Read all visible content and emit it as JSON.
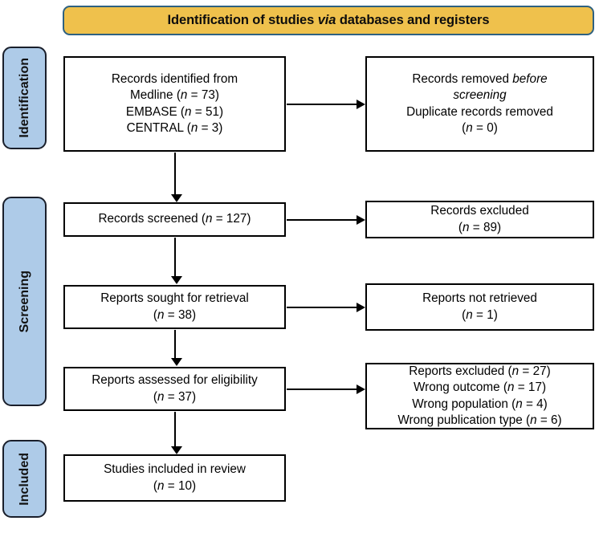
{
  "banner": {
    "text_before": "Identification of studies ",
    "text_italic": "via",
    "text_after": " databases and registers",
    "fill_color": "#EFC14C",
    "border_color": "#2E6181"
  },
  "stages": [
    {
      "id": "identification",
      "label": "Identification"
    },
    {
      "id": "screening",
      "label": "Screening"
    },
    {
      "id": "included",
      "label": "Included"
    }
  ],
  "stage_style": {
    "fill_color": "#AECBE8",
    "border_color": "#1a1f2b"
  },
  "nodes": {
    "identified": {
      "lines": [
        "Records identified from",
        "Medline (n = 73)",
        "EMBASE (n = 51)",
        "CENTRAL (n = 3)"
      ],
      "line1": "Records identified from",
      "line2_prefix": "Medline (",
      "line2_italic": "n",
      "line2_suffix": " = 73)",
      "line3_prefix": "EMBASE (",
      "line3_italic": "n",
      "line3_suffix": " = 51)",
      "line4_prefix": "CENTRAL (",
      "line4_italic": "n",
      "line4_suffix": " = 3)"
    },
    "removed": {
      "line1_prefix": "Records removed ",
      "line1_italic": "before",
      "line2_italic": "screening",
      "line3": "Duplicate records removed",
      "line4_prefix": "(",
      "line4_italic": "n",
      "line4_suffix": " = 0)"
    },
    "screened": {
      "line1_prefix": "Records screened (",
      "line1_italic": "n",
      "line1_suffix": " = 127)"
    },
    "excluded": {
      "line1": "Records excluded",
      "line2_prefix": "(",
      "line2_italic": "n",
      "line2_suffix": " = 89)"
    },
    "sought": {
      "line1": "Reports sought for retrieval",
      "line2_prefix": "(",
      "line2_italic": "n",
      "line2_suffix": " = 38)"
    },
    "not_retrieved": {
      "line1": "Reports not retrieved",
      "line2_prefix": "(",
      "line2_italic": "n",
      "line2_suffix": " = 1)"
    },
    "assessed": {
      "line1": "Reports assessed for eligibility",
      "line2_prefix": "(",
      "line2_italic": "n",
      "line2_suffix": " = 37)"
    },
    "reports_excluded": {
      "line1_prefix": "Reports excluded (",
      "line1_italic": "n",
      "line1_suffix": " = 27)",
      "line2_prefix": "Wrong outcome (",
      "line2_italic": "n",
      "line2_suffix": " = 17)",
      "line3_prefix": "Wrong population (",
      "line3_italic": "n",
      "line3_suffix": " = 4)",
      "line4_prefix": "Wrong publication type (",
      "line4_italic": "n",
      "line4_suffix": " = 6)"
    },
    "included": {
      "line1": "Studies included in review",
      "line2_prefix": "(",
      "line2_italic": "n",
      "line2_suffix": " = 10)"
    }
  }
}
